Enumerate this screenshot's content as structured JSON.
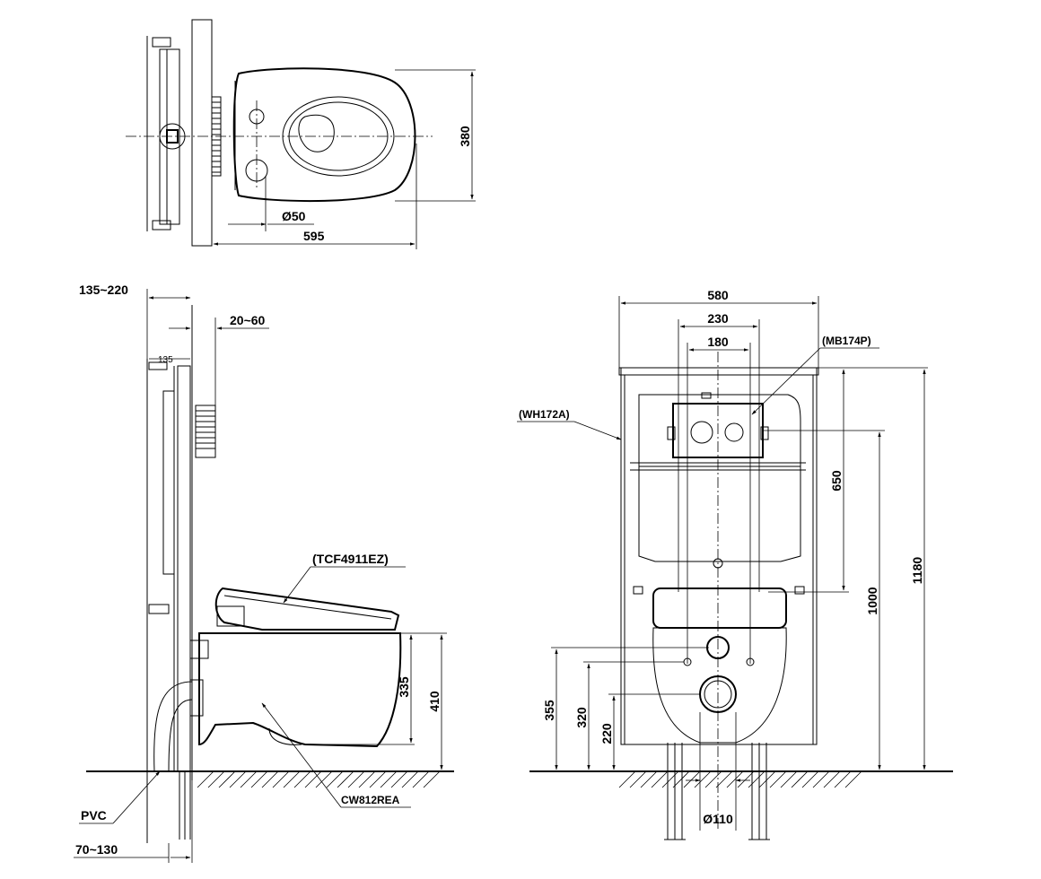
{
  "top_view": {
    "dim_width": "380",
    "dim_drain": "Ø50",
    "dim_length": "595"
  },
  "side_view": {
    "dim_frame_depth": "135~220",
    "dim_flush_adj": "20~60",
    "dim_frame_small": "135",
    "label_seat": "(TCF4911EZ)",
    "label_bowl": "CW812REA",
    "label_pipe": "PVC",
    "dim_bowl_height": "335",
    "dim_rim_height": "410",
    "dim_floor_adj": "70~130"
  },
  "front_view": {
    "dim_frame_width": "580",
    "dim_plate_width": "230",
    "dim_button_span": "180",
    "label_plate": "(MB174P)",
    "label_frame": "(WH172A)",
    "dim_plate_drop": "650",
    "dim_button_height": "1000",
    "dim_frame_height": "1180",
    "dim_inlet_height": "355",
    "dim_bolt_height": "320",
    "dim_outlet_height": "220",
    "dim_outlet_dia": "Ø110"
  }
}
